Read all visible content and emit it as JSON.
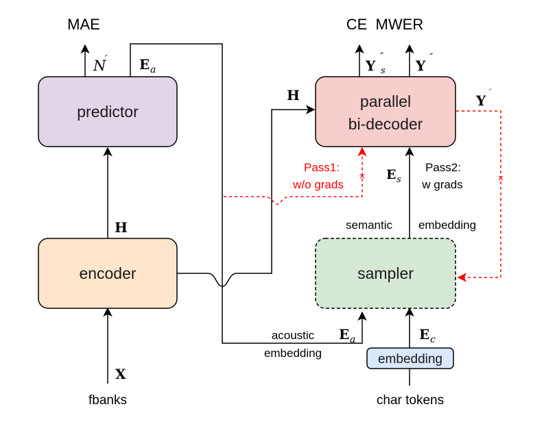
{
  "blocks": {
    "predictor": "predictor",
    "encoder": "encoder",
    "decoder_line1": "parallel",
    "decoder_line2": "bi-decoder",
    "sampler": "sampler",
    "embedding": "embedding"
  },
  "outputs": {
    "mae": "MAE",
    "ce_mwer": "CE  MWER"
  },
  "inputs": {
    "fbanks": "fbanks",
    "char_tokens": "char tokens"
  },
  "symbols": {
    "n_prime": "N",
    "n_prime_mark": "′",
    "e": "E",
    "e_sub_a": "a",
    "e_sub_s": "s",
    "e_sub_c": "c",
    "h": "H",
    "x": "X",
    "y": "Y",
    "double_prime": "″",
    "prime": "′",
    "cross": "×"
  },
  "labels": {
    "pass1_line1": "Pass1:",
    "pass1_line2": "w/o grads",
    "pass2_line1": "Pass2:",
    "pass2_line2": "w grads",
    "semantic": "semantic",
    "embedding": "embedding",
    "acoustic": "acoustic",
    "acoustic_embedding": "embedding"
  },
  "colors": {
    "predictor_fill": "#e1d5e7",
    "encoder_fill": "#ffe6cc",
    "decoder_fill": "#f8cecc",
    "sampler_fill": "#d5e8d4",
    "embedding_fill": "#dae8fc",
    "embedding_stroke": "#6c8ebf",
    "gradient_stop": "#ff0000"
  }
}
